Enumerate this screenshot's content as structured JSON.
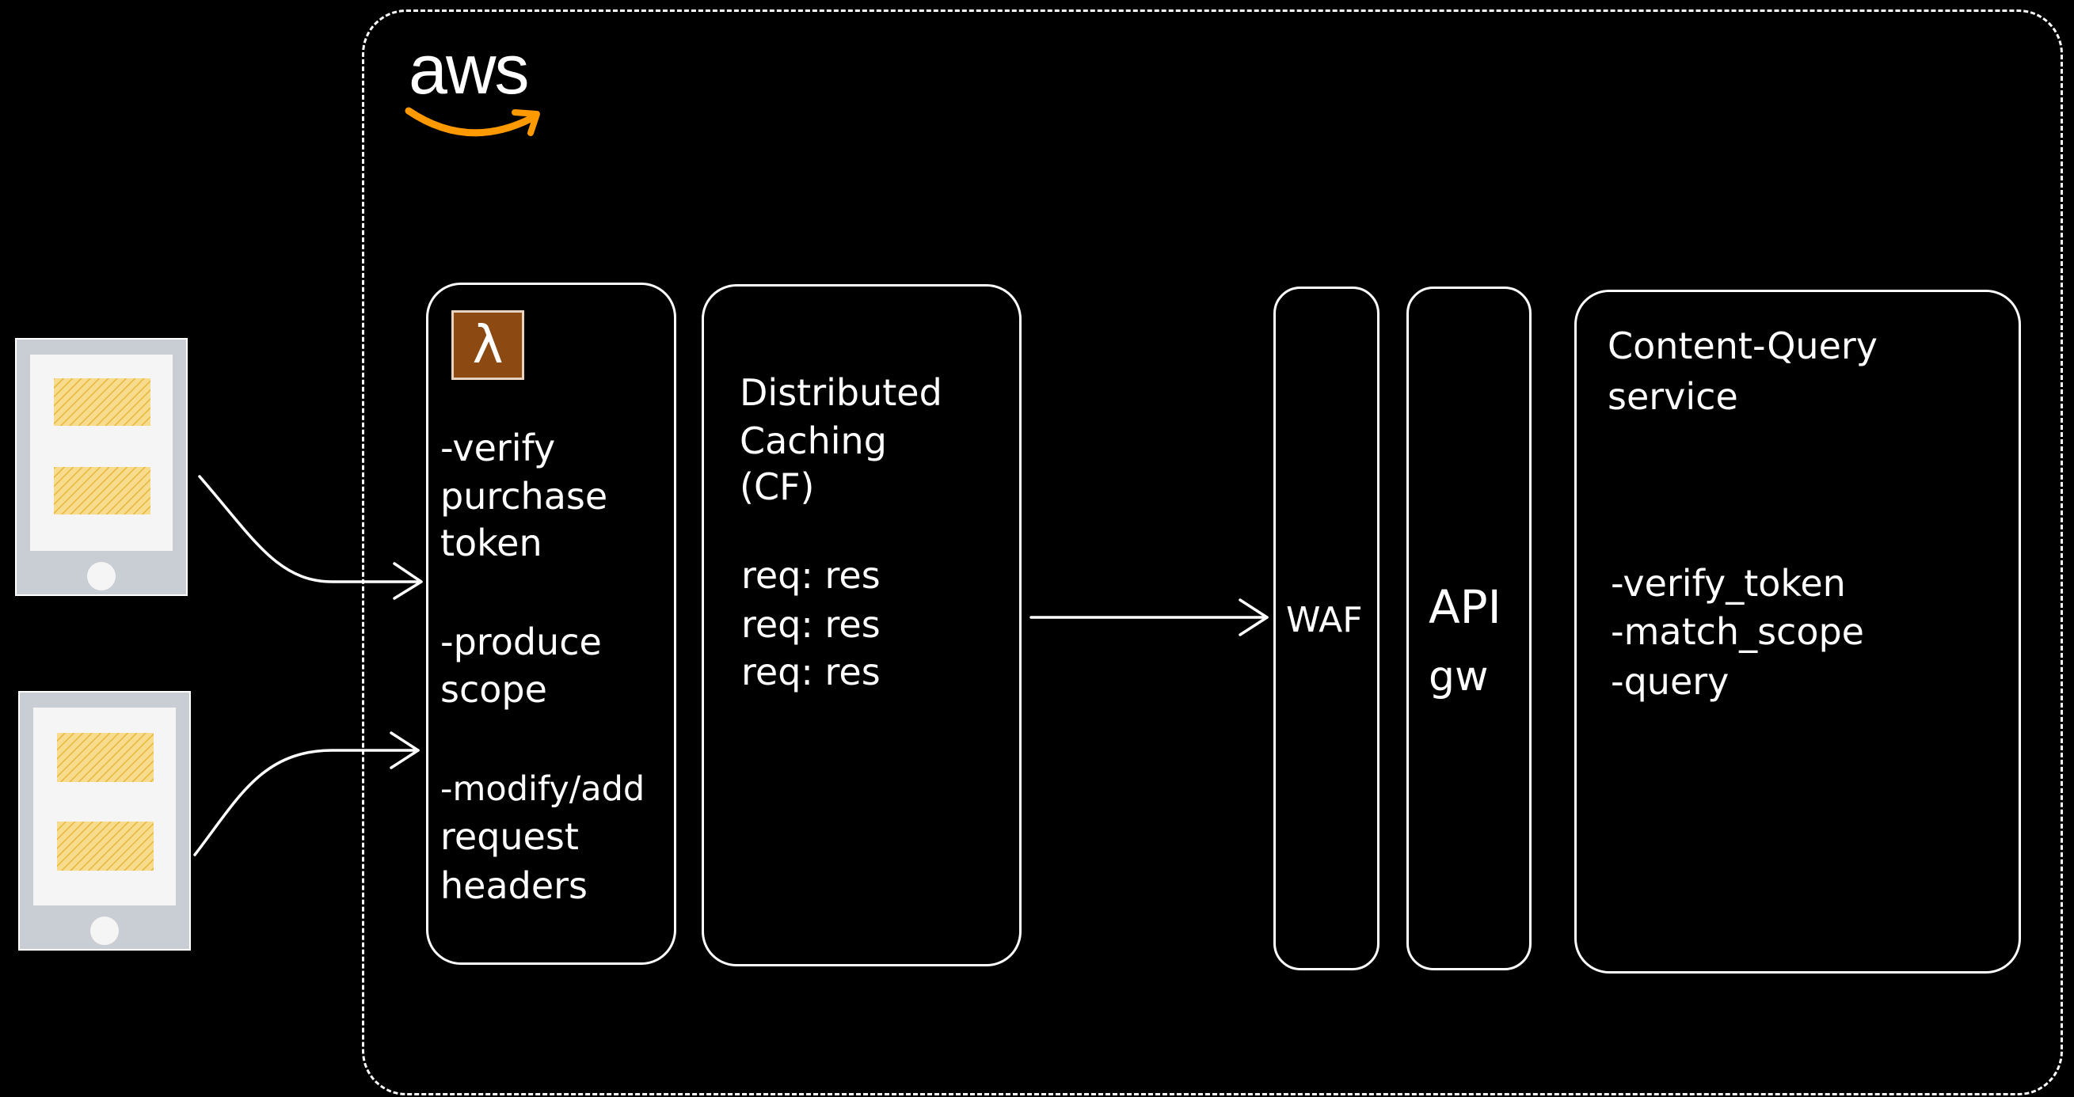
{
  "logo": {
    "text": "aws",
    "color": "#ff9900"
  },
  "lambda": {
    "icon": "lambda-icon",
    "icon_bg": "#8c4a12",
    "lines": [
      "-verify",
      "purchase",
      "token",
      "",
      "-produce",
      "scope",
      "",
      "-modify/add",
      "request",
      "headers"
    ]
  },
  "cache": {
    "title_lines": [
      "Distributed",
      "Caching",
      "(CF)"
    ],
    "entries": [
      "req: res",
      "req: res",
      "req: res"
    ]
  },
  "waf": {
    "label": "WAF"
  },
  "api_gw": {
    "label_top": "API",
    "label_bottom": "gw"
  },
  "service": {
    "title_lines": [
      "Content-Query",
      "service"
    ],
    "items": [
      "-verify_token",
      "-match_scope",
      "-query"
    ]
  },
  "clients": [
    {
      "icon": "mobile-phone-icon"
    },
    {
      "icon": "mobile-phone-icon"
    }
  ],
  "colors": {
    "stroke": "#ffffff",
    "phone_frame": "#c9cdd4",
    "phone_content": "#f3c14b"
  }
}
